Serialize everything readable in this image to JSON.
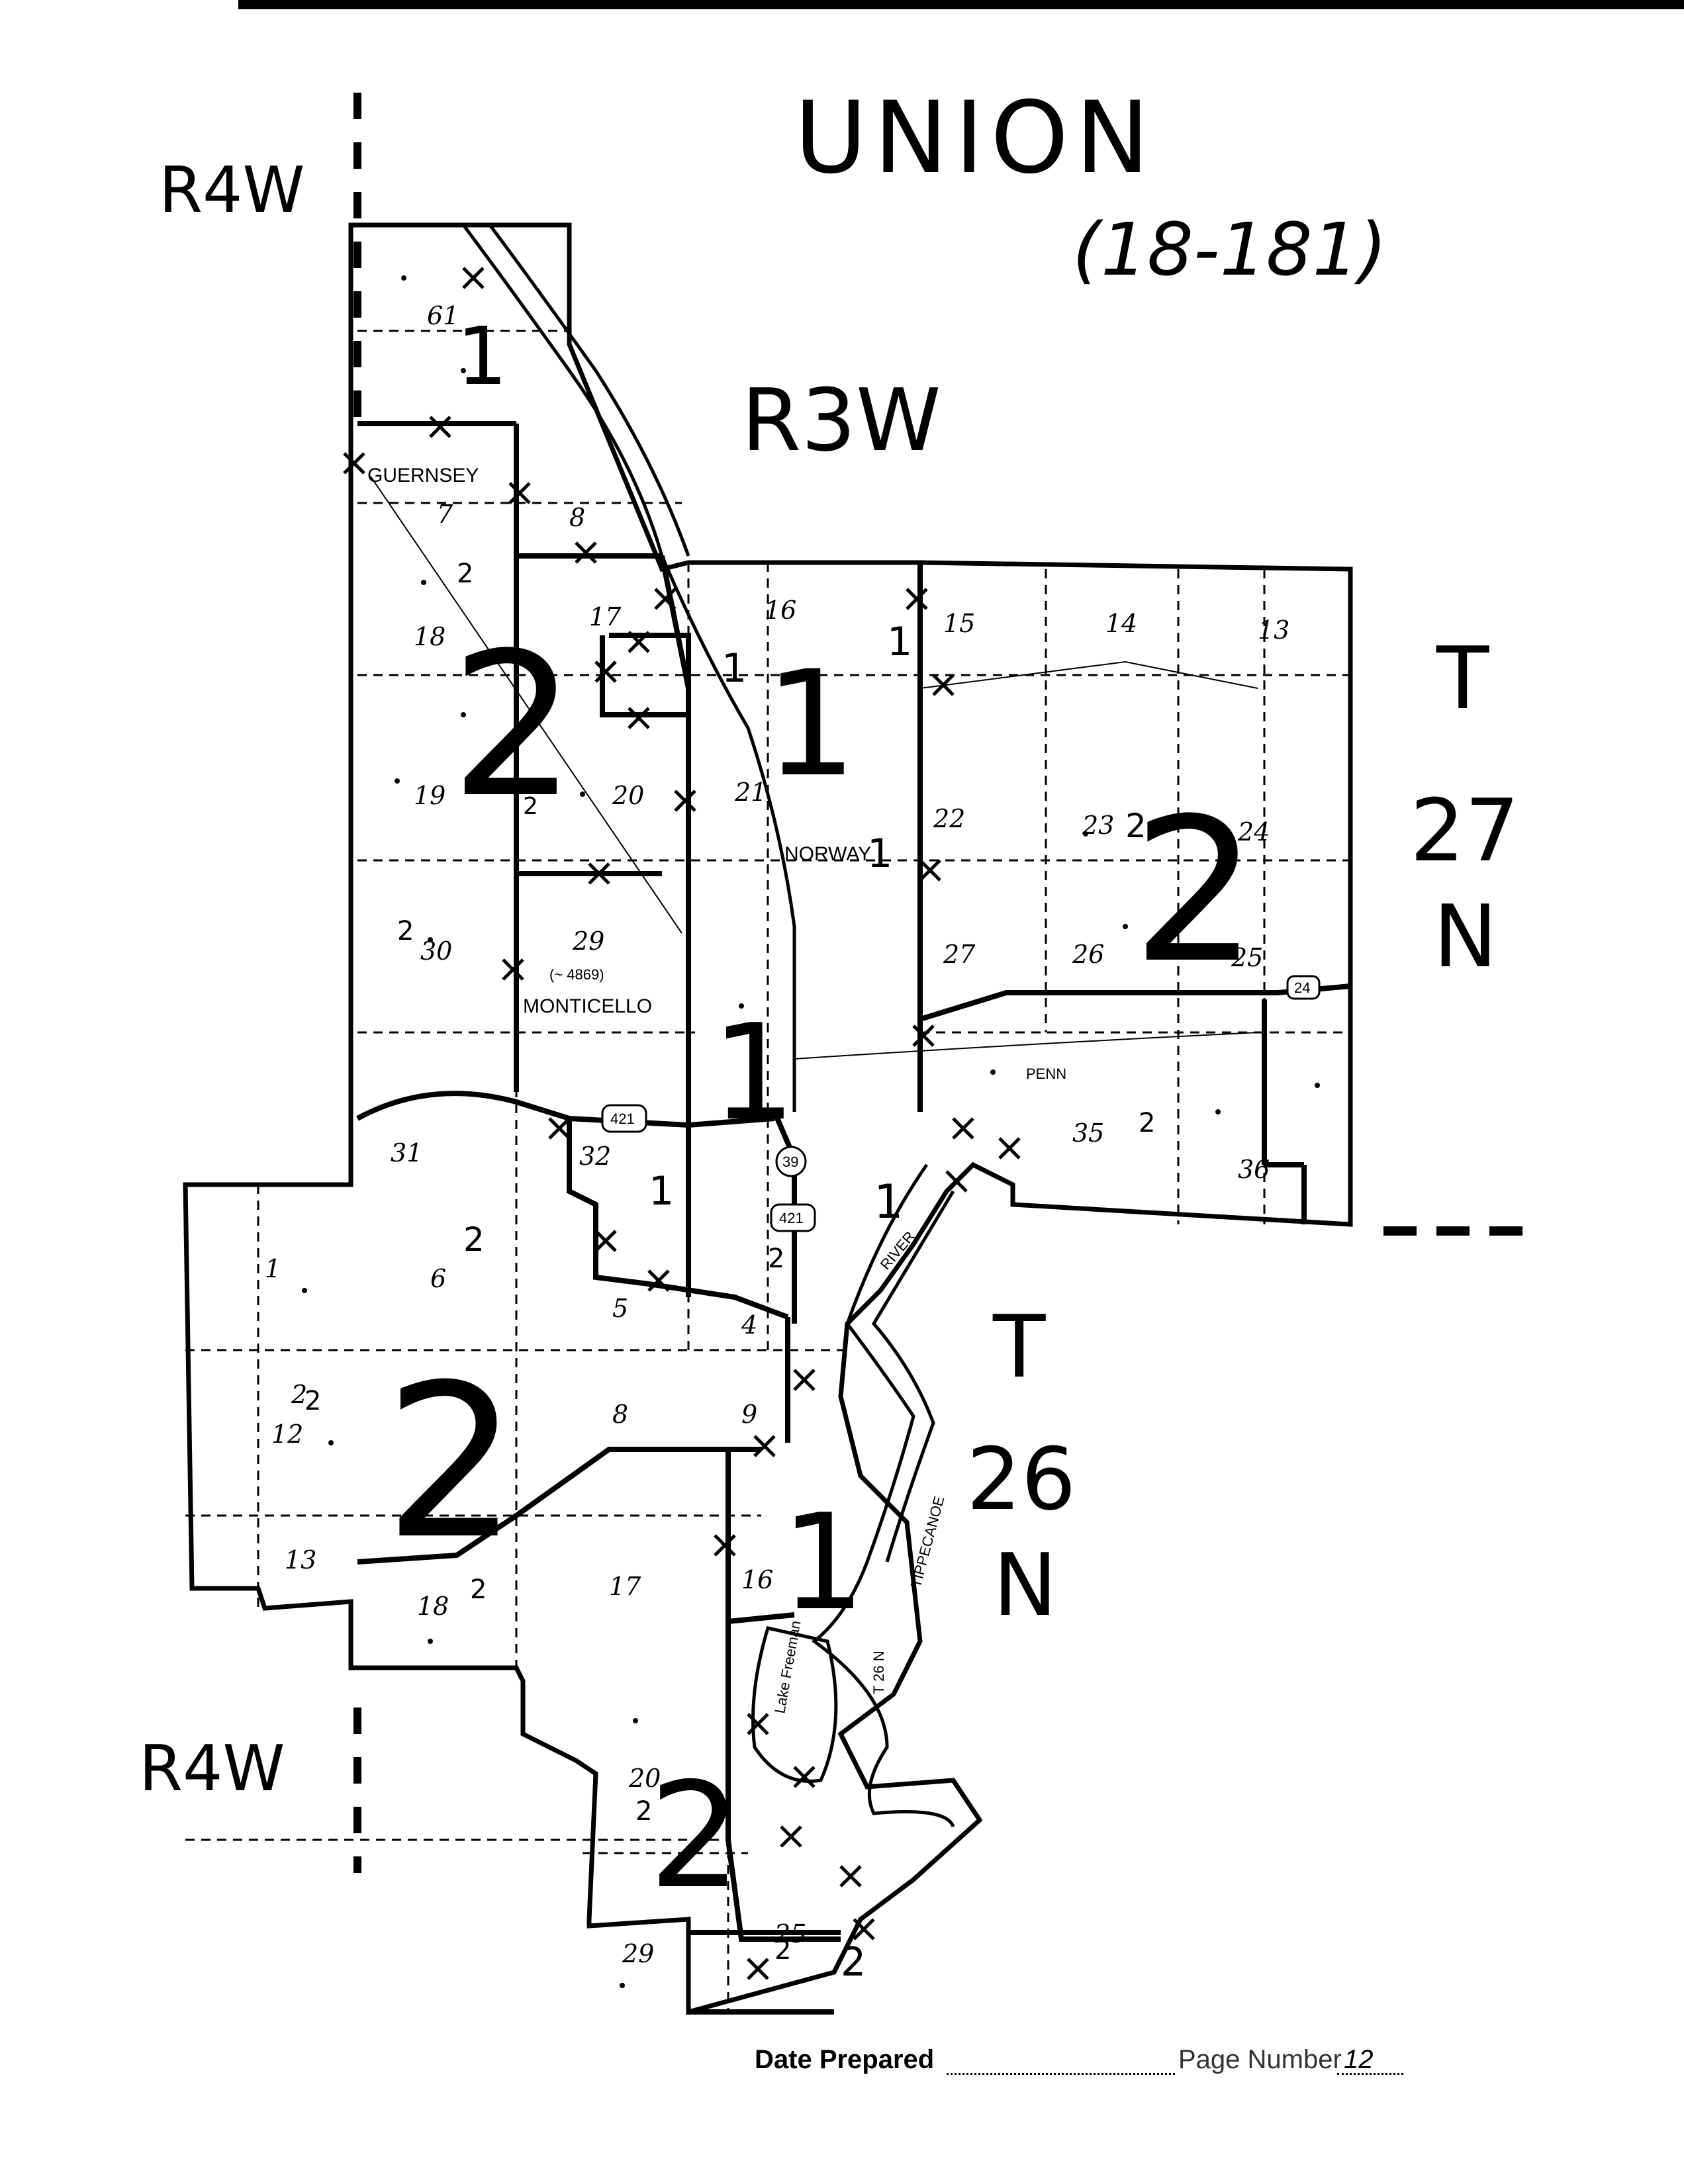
{
  "title": "UNION",
  "code": "(18-181)",
  "ranges": {
    "west_top": "R4W",
    "west_bottom": "R4W",
    "center": "R3W"
  },
  "townships": {
    "north": {
      "t": "T",
      "num": "27",
      "n": "N"
    },
    "south": {
      "t": "T",
      "num": "26",
      "n": "N"
    }
  },
  "places": {
    "guernsey": "GUERNSEY",
    "norway": "NORWAY",
    "monticello": "MONTICELLO",
    "penn": "PENN",
    "lake": "Lake Freeman",
    "river1": "RIVER",
    "river2": "TIPPECANOE",
    "t26n": "T 26 N",
    "mont_note": "(~ 4869)"
  },
  "routes": [
    "421",
    "39",
    "421",
    "24"
  ],
  "sections": [
    "61",
    "7",
    "8",
    "18",
    "17",
    "16",
    "15",
    "14",
    "13",
    "19",
    "20",
    "21",
    "22",
    "23",
    "24",
    "30",
    "29",
    "27",
    "26",
    "25",
    "31",
    "32",
    "35",
    "36",
    "1",
    "6",
    "5",
    "4",
    "2",
    "12",
    "8",
    "9",
    "13",
    "18",
    "17",
    "16",
    "20",
    "29",
    "25"
  ],
  "district_marks": [
    "1",
    "2",
    "2",
    "1",
    "2",
    "1",
    "2",
    "2",
    "2",
    "2",
    "1",
    "1",
    "1",
    "2",
    "2",
    "1",
    "1",
    "1",
    "2",
    "2",
    "2",
    "2",
    "2",
    "2",
    "2"
  ],
  "footer": {
    "date_label": "Date Prepared",
    "page_label": "Page Number",
    "page_value": "12"
  }
}
